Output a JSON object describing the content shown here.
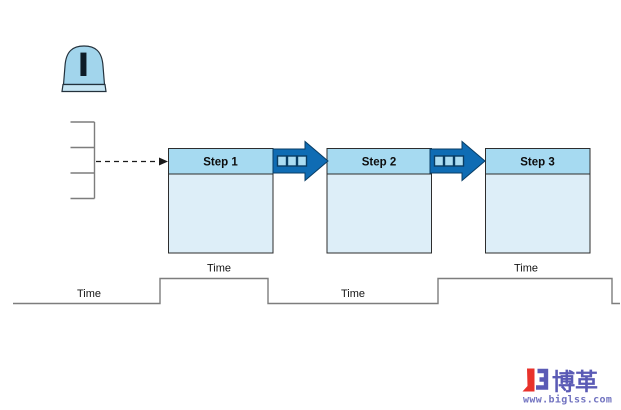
{
  "colors": {
    "box_header": "#a6daf1",
    "box_body": "#ddeef8",
    "arrow_fill": "#0f6cb4",
    "arrow_square_fill": "#abdcf2",
    "inventory_fill": "#a2d5ec",
    "inventory_base_fill": "#c6e5f3",
    "logo_red": "#e8322b",
    "logo_purple": "#5a5ab5",
    "logo_url_color": "#7173c0"
  },
  "inventory": {
    "symbol": "I"
  },
  "steps": [
    {
      "label": "Step 1"
    },
    {
      "label": "Step 2"
    },
    {
      "label": "Step 3"
    }
  ],
  "time_labels": {
    "process": [
      "Time",
      "Time"
    ],
    "wait": [
      "Time",
      "Time"
    ]
  },
  "logo": {
    "brand": "博革",
    "website": "www.biglss.com"
  }
}
